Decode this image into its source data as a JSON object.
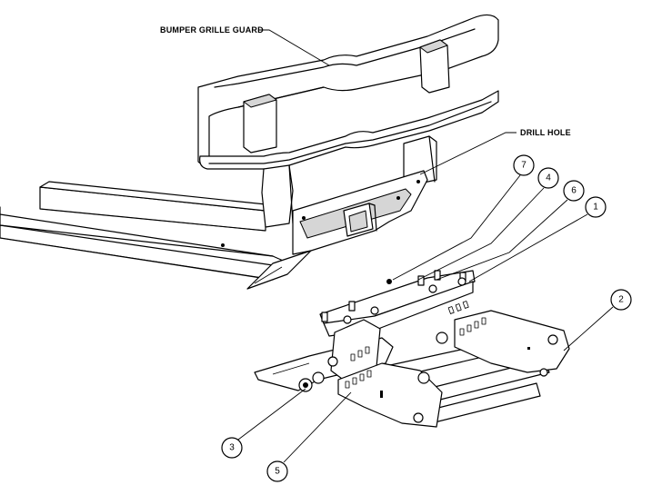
{
  "labels": {
    "bumper_grille_guard": "BUMPER GRILLE GUARD",
    "drill_hole": "DRILL HOLE"
  },
  "callouts": [
    "1",
    "2",
    "3",
    "4",
    "5",
    "6",
    "7"
  ]
}
